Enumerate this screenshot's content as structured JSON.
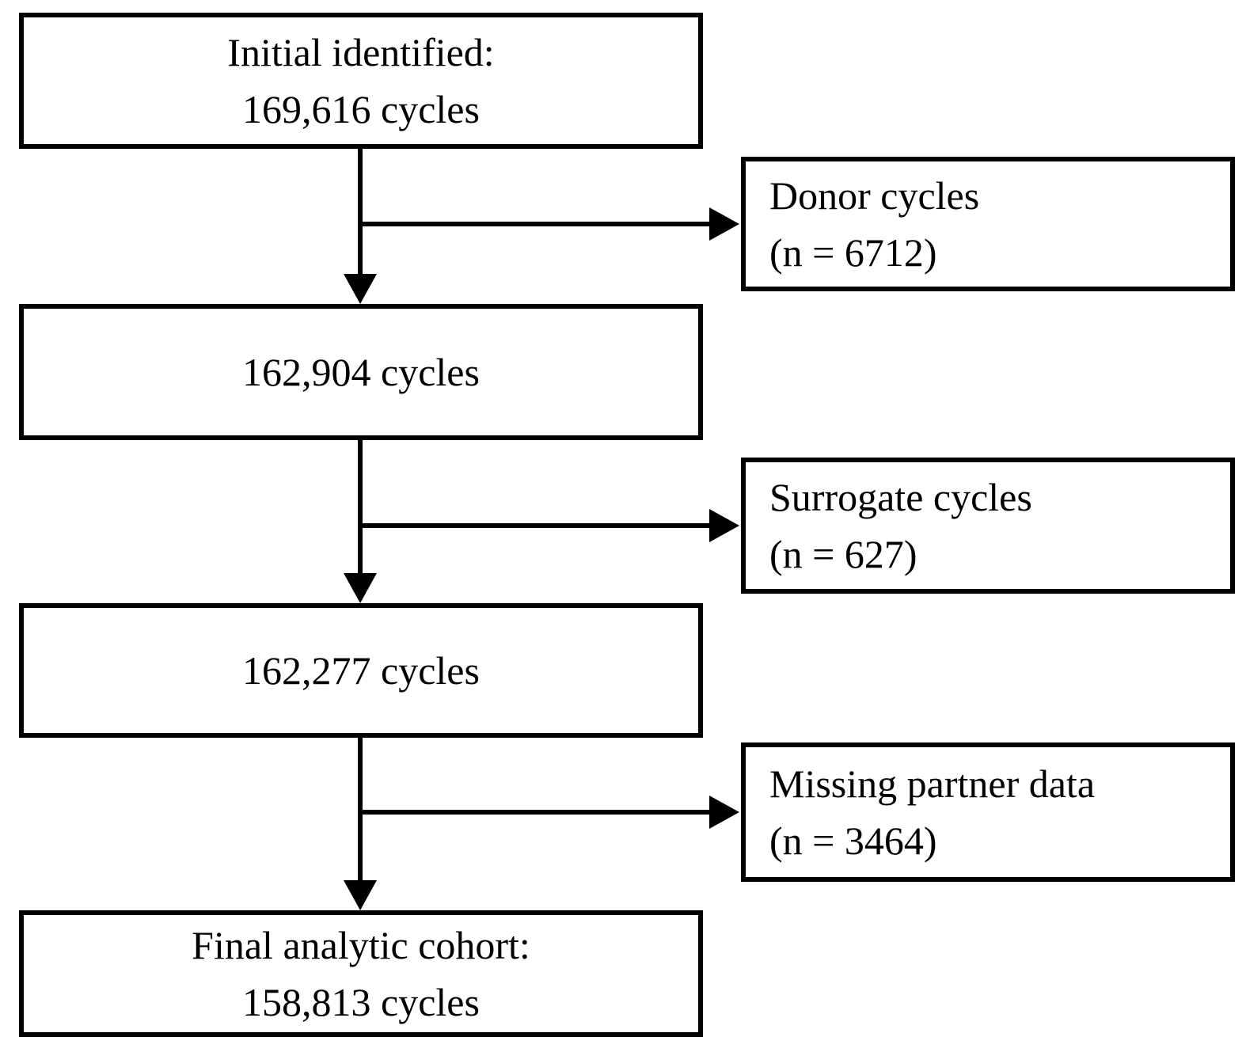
{
  "diagram": {
    "main_boxes": [
      {
        "lines": [
          "Initial identified:",
          "169,616 cycles"
        ]
      },
      {
        "lines": [
          "162,904 cycles"
        ]
      },
      {
        "lines": [
          "162,277 cycles"
        ]
      },
      {
        "lines": [
          "Final analytic cohort:",
          "158,813 cycles"
        ]
      }
    ],
    "side_boxes": [
      {
        "lines": [
          "Donor cycles",
          "(n = 6712)"
        ]
      },
      {
        "lines": [
          "Surrogate cycles",
          "(n = 627)"
        ]
      },
      {
        "lines": [
          "Missing partner data",
          "(n = 3464)"
        ]
      }
    ],
    "colors": {
      "line": "#000000",
      "box_border": "#000000",
      "box_fill": "#ffffff",
      "text": "#000000",
      "background": "#ffffff"
    }
  }
}
